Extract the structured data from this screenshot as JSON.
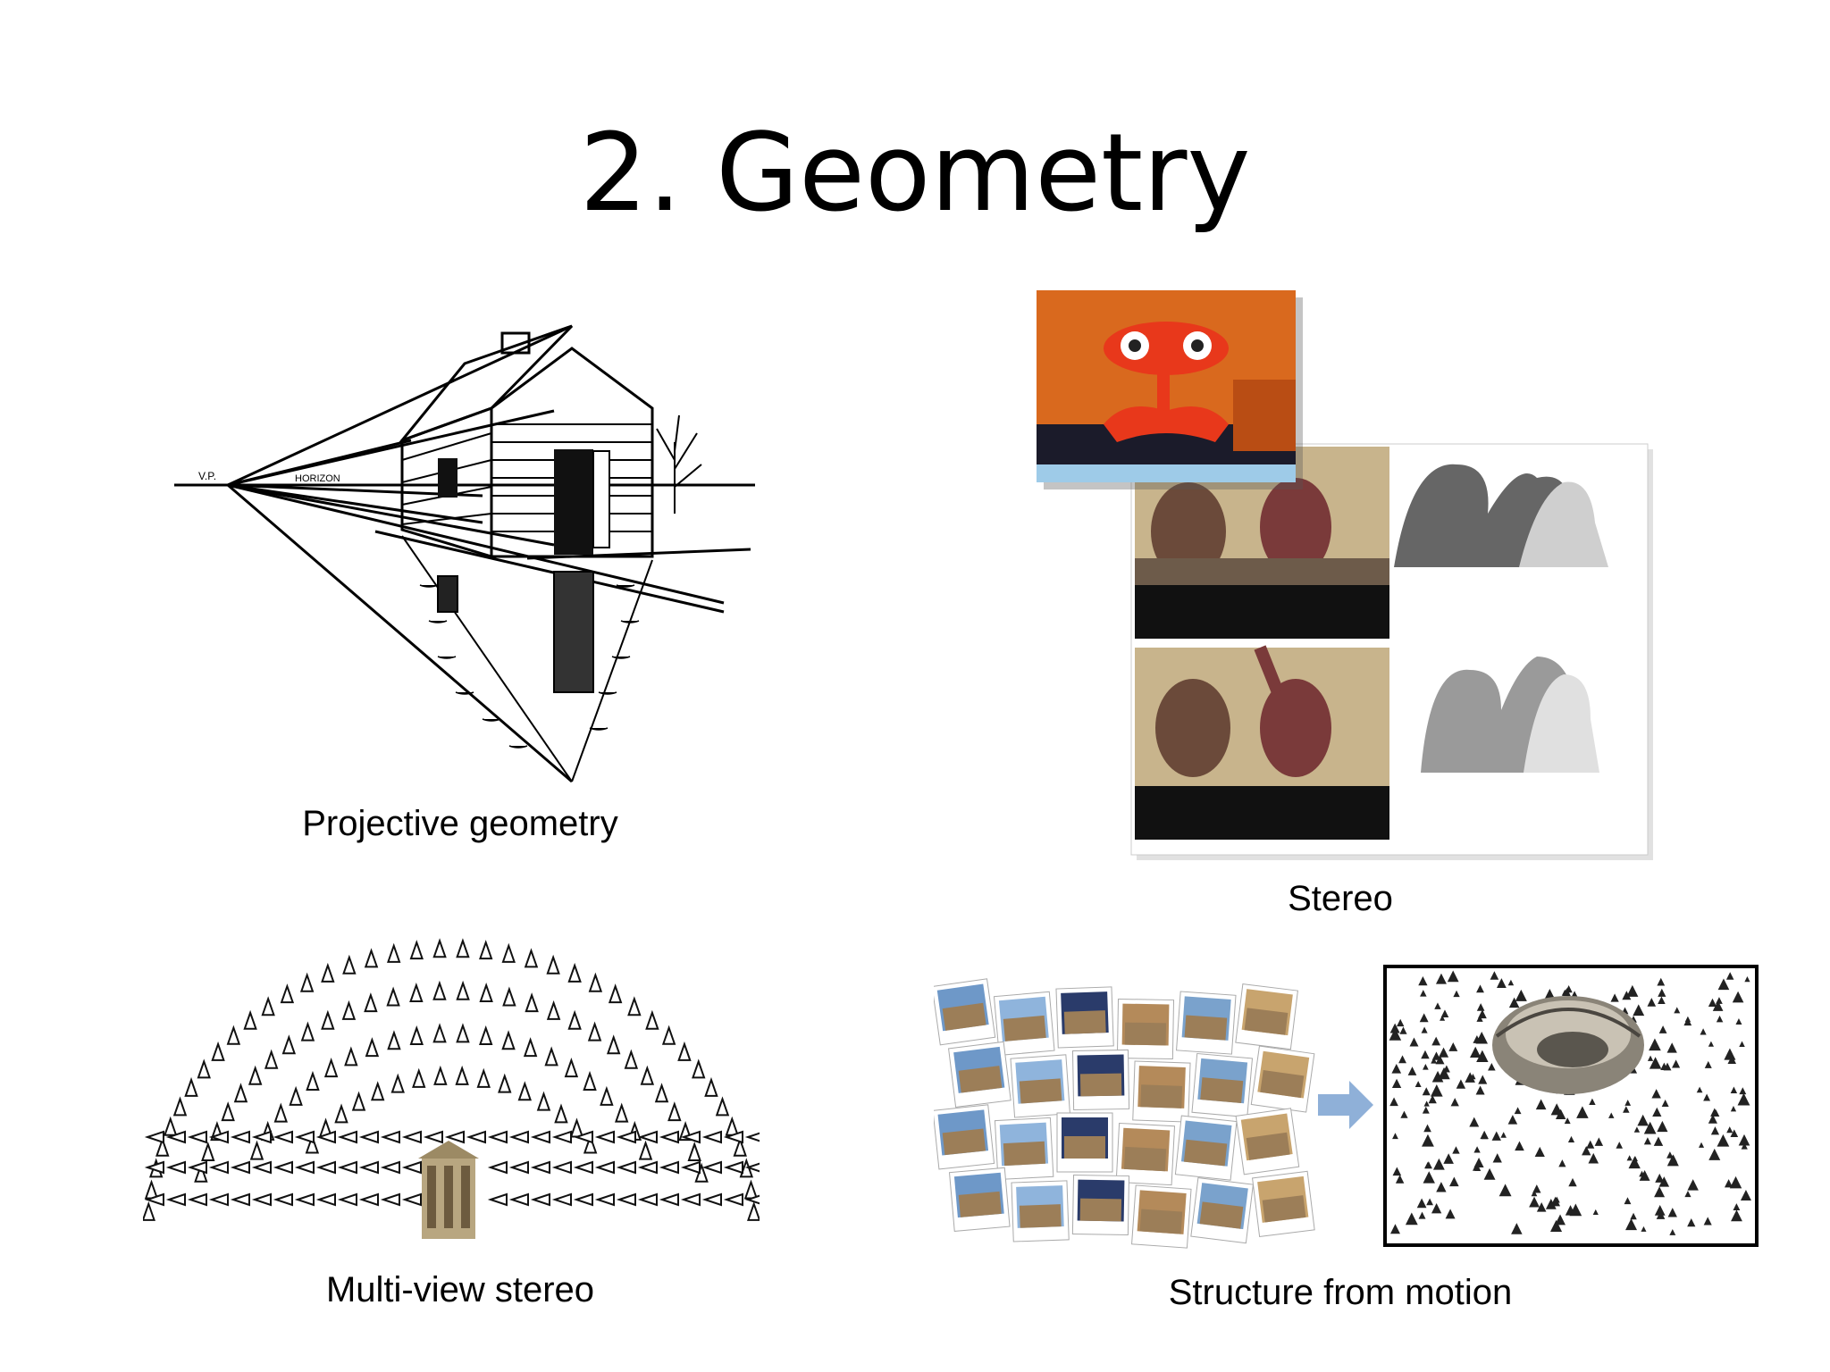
{
  "slide": {
    "title": "2. Geometry"
  },
  "panels": {
    "projective": {
      "caption": "Projective geometry",
      "labels": {
        "vp": "V.P.",
        "horizon": "HORIZON"
      }
    },
    "stereo": {
      "caption": "Stereo"
    },
    "multiview": {
      "caption": "Multi-view stereo"
    },
    "sfm": {
      "caption": "Structure from motion"
    }
  },
  "colors": {
    "robot_bg": "#d9691e",
    "robot_body": "#e8381b",
    "wall_bg": "#c8b48c",
    "desk": "#111111",
    "depth_dark": "#4a4a4a",
    "depth_light": "#d8d8d8",
    "arrow": "#8fb0d8",
    "frame": "#000000"
  }
}
